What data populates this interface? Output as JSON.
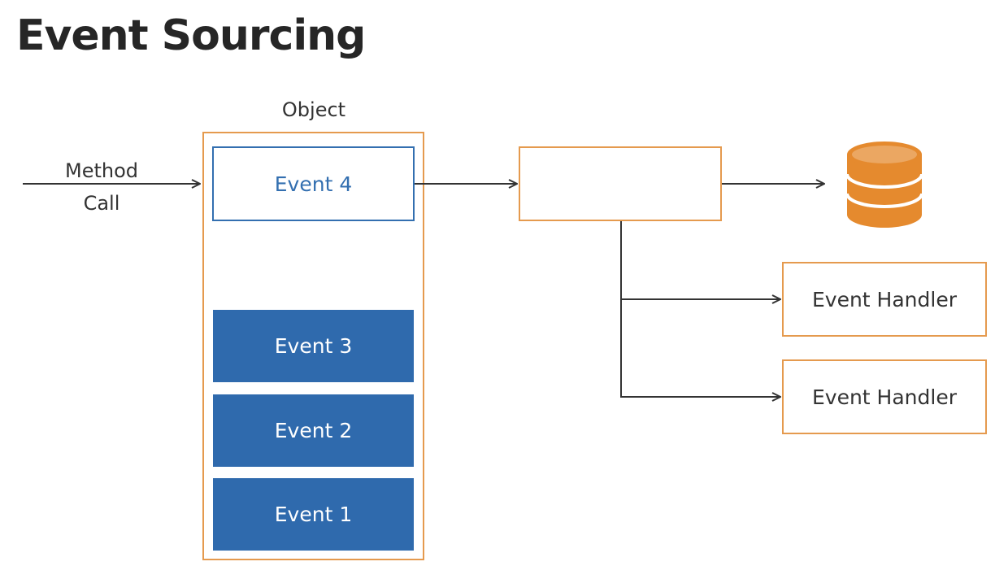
{
  "title": "Event Sourcing",
  "method_call": {
    "line1": "Method",
    "line2": "Call"
  },
  "object": {
    "label": "Object",
    "new_event": "Event 4",
    "stored_events": [
      "Event 3",
      "Event 2",
      "Event 1"
    ]
  },
  "handlers": [
    "Event Handler",
    "Event Handler"
  ],
  "icons": {
    "database": "database-icon"
  },
  "colors": {
    "title": "#262626",
    "orange_border": "#e59a4e",
    "event_blue": "#2f6aad",
    "database_orange": "#e58a2e",
    "arrow": "#333333"
  }
}
